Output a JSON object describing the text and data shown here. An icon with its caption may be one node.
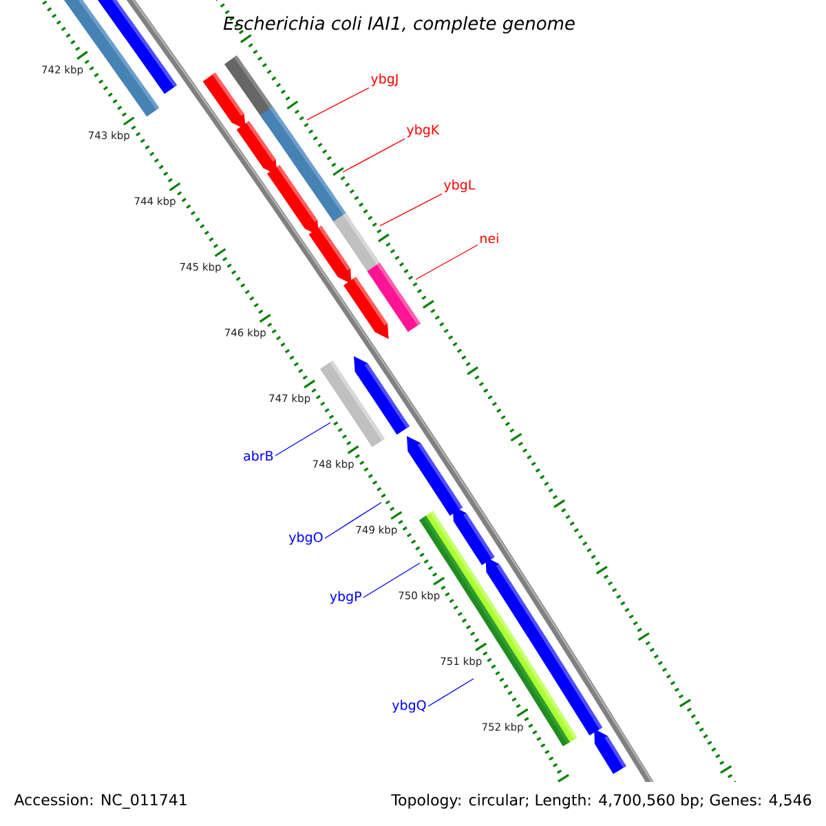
{
  "diagram": {
    "title": "Escherichia coli IAI1, complete genome",
    "nodes": [
      {
        "text": [
          "ybgJ"
        ]
      },
      {
        "text": [
          "ybgK"
        ]
      },
      {
        "text": [
          "ybgL"
        ]
      },
      {
        "text": [
          "nei"
        ]
      },
      {
        "text": [
          "abrB"
        ]
      },
      {
        "text": [
          "ybgO"
        ]
      },
      {
        "text": [
          "ybgP"
        ]
      },
      {
        "text": [
          "ybgQ"
        ]
      }
    ],
    "edges": [
      {
        "from": 0,
        "to": null,
        "arrow": "none",
        "color": "#ff0000"
      },
      {
        "from": 1,
        "to": null,
        "arrow": "none",
        "color": "#ff0000"
      },
      {
        "from": 2,
        "to": null,
        "arrow": "none",
        "color": "#ff0000"
      },
      {
        "from": 3,
        "to": null,
        "arrow": "none",
        "color": "#ff0000"
      },
      {
        "from": 4,
        "to": null,
        "arrow": "none",
        "color": "#0000ff"
      },
      {
        "from": 5,
        "to": null,
        "arrow": "none",
        "color": "#0000ff"
      },
      {
        "from": 6,
        "to": null,
        "arrow": "none",
        "color": "#0000ff"
      },
      {
        "from": 7,
        "to": null,
        "arrow": "none",
        "color": "#0000ff"
      }
    ],
    "labels": [
      "742 kbp",
      "743 kbp",
      "744 kbp",
      "745 kbp",
      "746 kbp",
      "747 kbp",
      "748 kbp",
      "749 kbp",
      "750 kbp",
      "751 kbp",
      "752 kbp",
      "Accession: NC_011741",
      "Topology: circular; Length: 4,700,560 bp; Genes: 4,546"
    ]
  }
}
